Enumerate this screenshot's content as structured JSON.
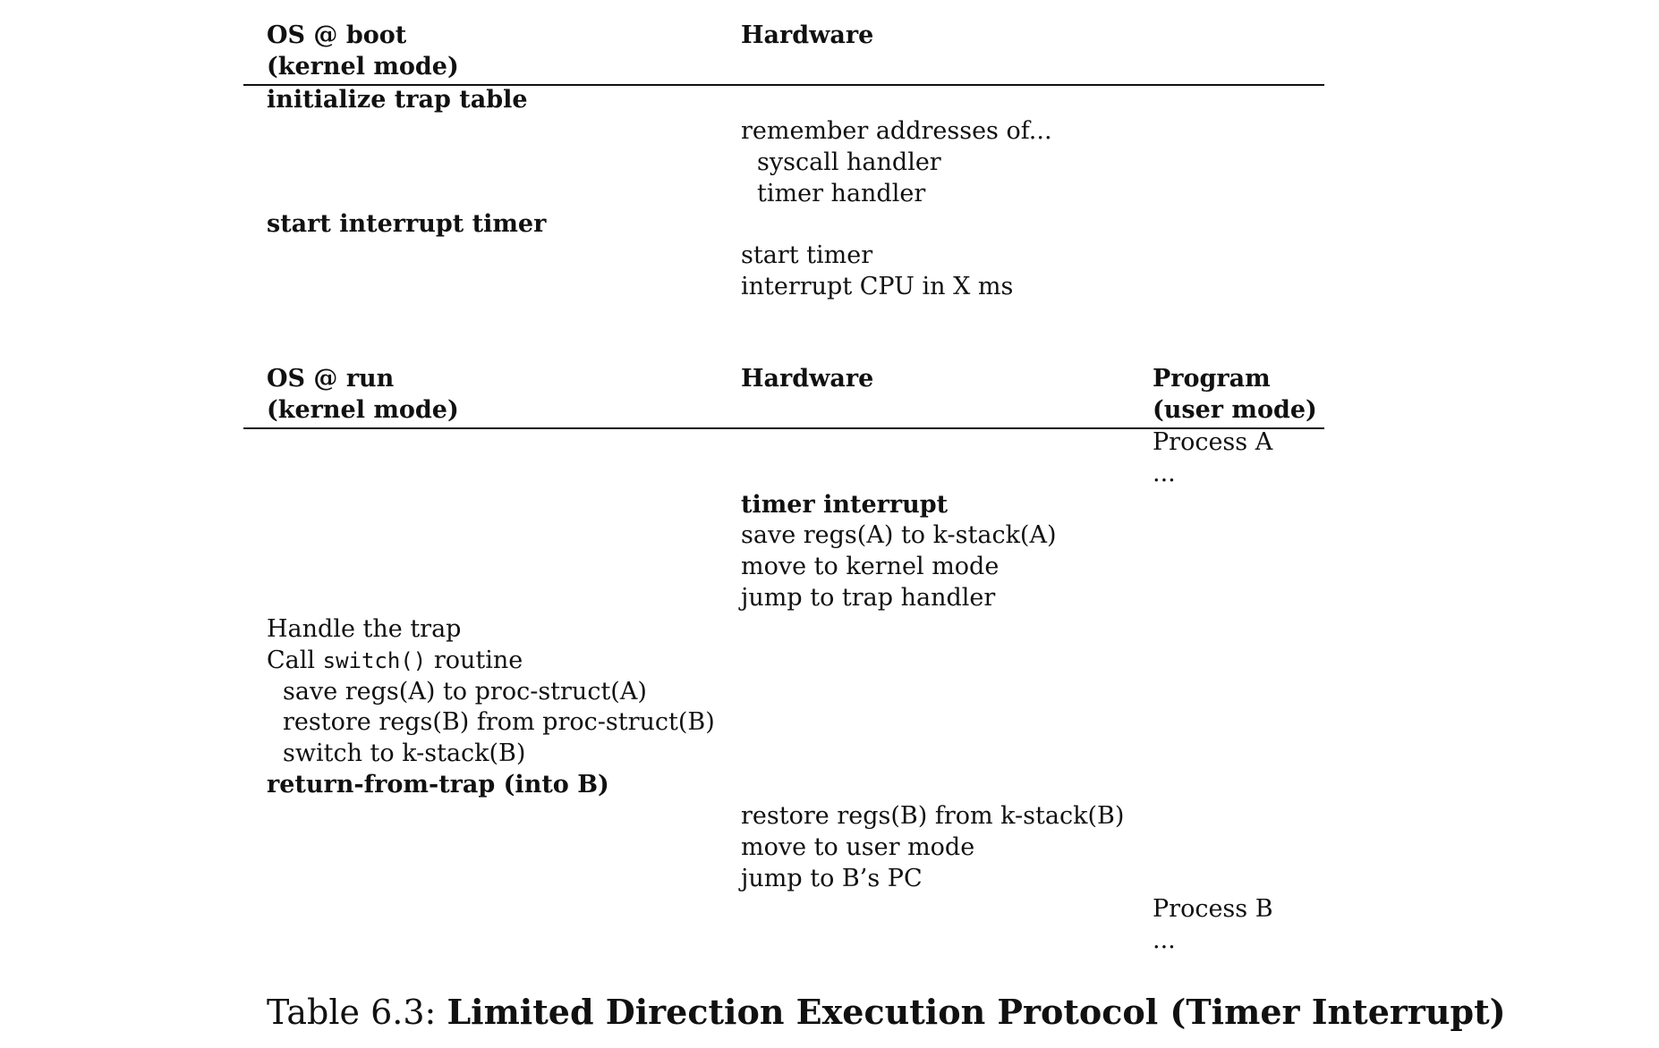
{
  "boot": {
    "header": {
      "os": [
        "OS @ boot",
        "(kernel mode)"
      ],
      "hardware": "Hardware"
    },
    "rows": {
      "os_init": "initialize trap table",
      "hw_remember": "remember addresses of...",
      "hw_syscall": "syscall handler",
      "hw_timer": "timer handler",
      "os_start": "start interrupt timer",
      "hw_start_timer": "start timer",
      "hw_interrupt": "interrupt CPU in X ms"
    }
  },
  "run": {
    "header": {
      "os": [
        "OS @ run",
        "(kernel mode)"
      ],
      "hardware": "Hardware",
      "program": [
        "Program",
        "(user mode)"
      ]
    },
    "rows": {
      "prog_a": "Process A",
      "prog_a_dots": "...",
      "hw_timer_interrupt": "timer interrupt",
      "hw_save": "save regs(A) to k-stack(A)",
      "hw_move_kernel": "move to kernel mode",
      "hw_jump_trap": "jump to trap handler",
      "os_handle": "Handle the trap",
      "os_call_prefix": "Call",
      "os_call_code": "switch()",
      "os_call_suffix": "routine",
      "os_save": "save regs(A) to proc-struct(A)",
      "os_restore": "restore regs(B) from proc-struct(B)",
      "os_switch": "switch to k-stack(B)",
      "os_return": "return-from-trap (into B)",
      "hw_restore": "restore regs(B) from k-stack(B)",
      "hw_move_user": "move to user mode",
      "hw_jump_pc": "jump to B’s PC",
      "prog_b": "Process B",
      "prog_b_dots": "..."
    }
  },
  "caption": {
    "label": "Table 6.3:",
    "title": "Limited Direction Execution Protocol (Timer Interrupt)"
  }
}
